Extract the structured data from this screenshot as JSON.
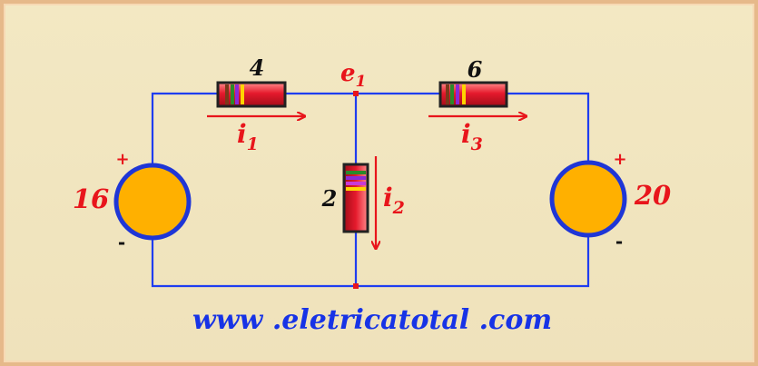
{
  "circuit": {
    "node_label": "e",
    "node_sub": "1",
    "resistors": [
      {
        "value": "4"
      },
      {
        "value": "2"
      },
      {
        "value": "6"
      }
    ],
    "currents": [
      {
        "symbol": "i",
        "sub": "1"
      },
      {
        "symbol": "i",
        "sub": "2"
      },
      {
        "symbol": "i",
        "sub": "3"
      }
    ],
    "sources": [
      {
        "value": "16",
        "plus": "+",
        "minus": "-"
      },
      {
        "value": "20",
        "plus": "+",
        "minus": "-"
      }
    ]
  },
  "footer": {
    "url": "www .eletricatotal .com"
  },
  "colors": {
    "wire": "#1f3df0",
    "text_red": "#e8151b",
    "source_fill": "#ffb000",
    "source_border": "#1f36d6",
    "node_dot": "#e8151b",
    "resistor": "#e51a2d",
    "url": "#1733e6"
  }
}
